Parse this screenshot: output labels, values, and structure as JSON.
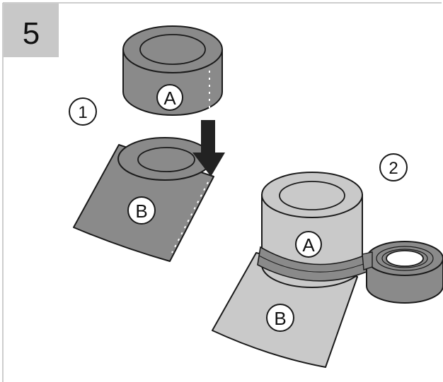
{
  "step_number": "5",
  "stage_1": {
    "number": "1",
    "upper_part": "A",
    "lower_part": "B"
  },
  "stage_2": {
    "number": "2",
    "upper_part": "A",
    "lower_part": "B"
  },
  "colors": {
    "step_box": "#c8c8c8",
    "dark_gray": "#8a8a8a",
    "light_gray": "#c9c9c9",
    "outline": "#1a1a1a",
    "arrow": "#222222"
  }
}
